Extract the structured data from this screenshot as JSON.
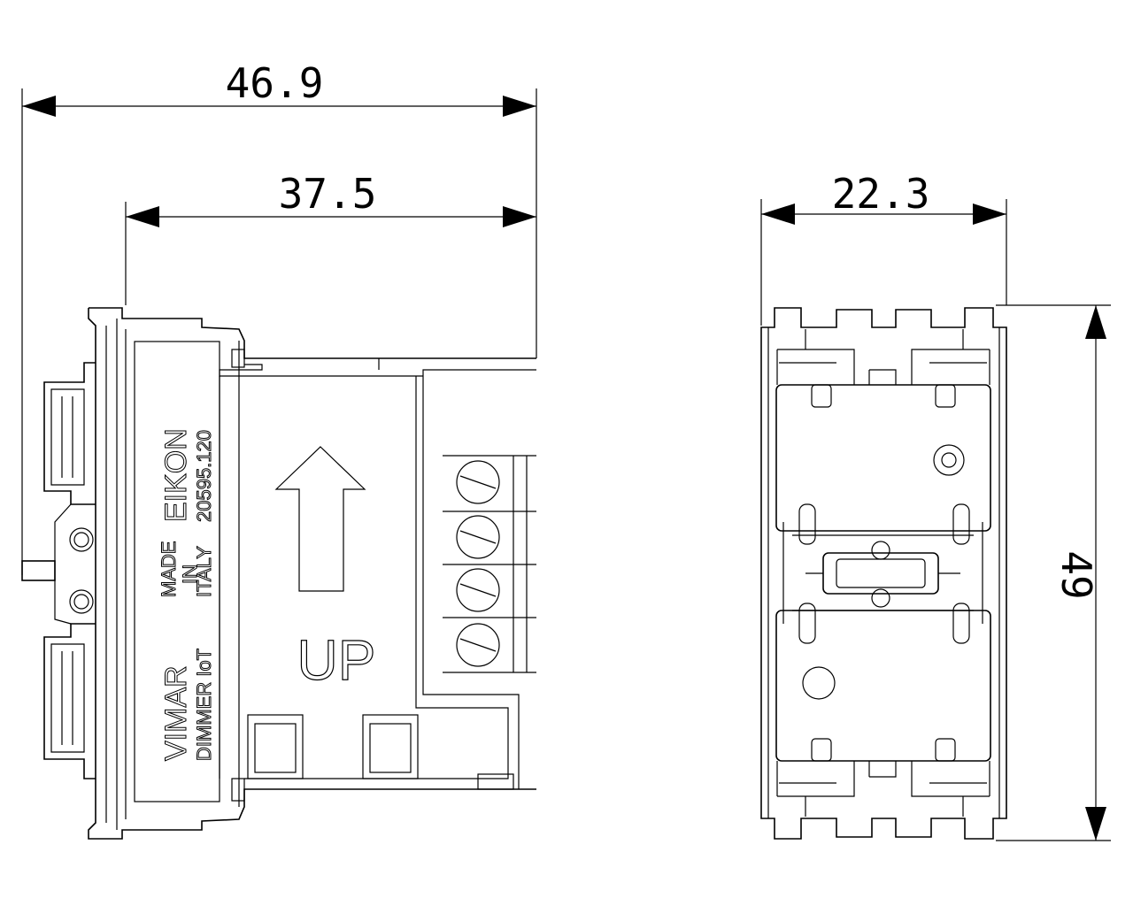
{
  "dimensions": {
    "overall_depth": "46.9",
    "body_depth": "37.5",
    "width": "22.3",
    "height": "49"
  },
  "label": {
    "series": "EIKON",
    "code": "20595.120",
    "made_line1": "MADE",
    "made_line2": "IN",
    "made_line3": "ITALY",
    "brand": "VIMAR",
    "product": "DIMMER IoT"
  },
  "orientation_mark": "UP"
}
